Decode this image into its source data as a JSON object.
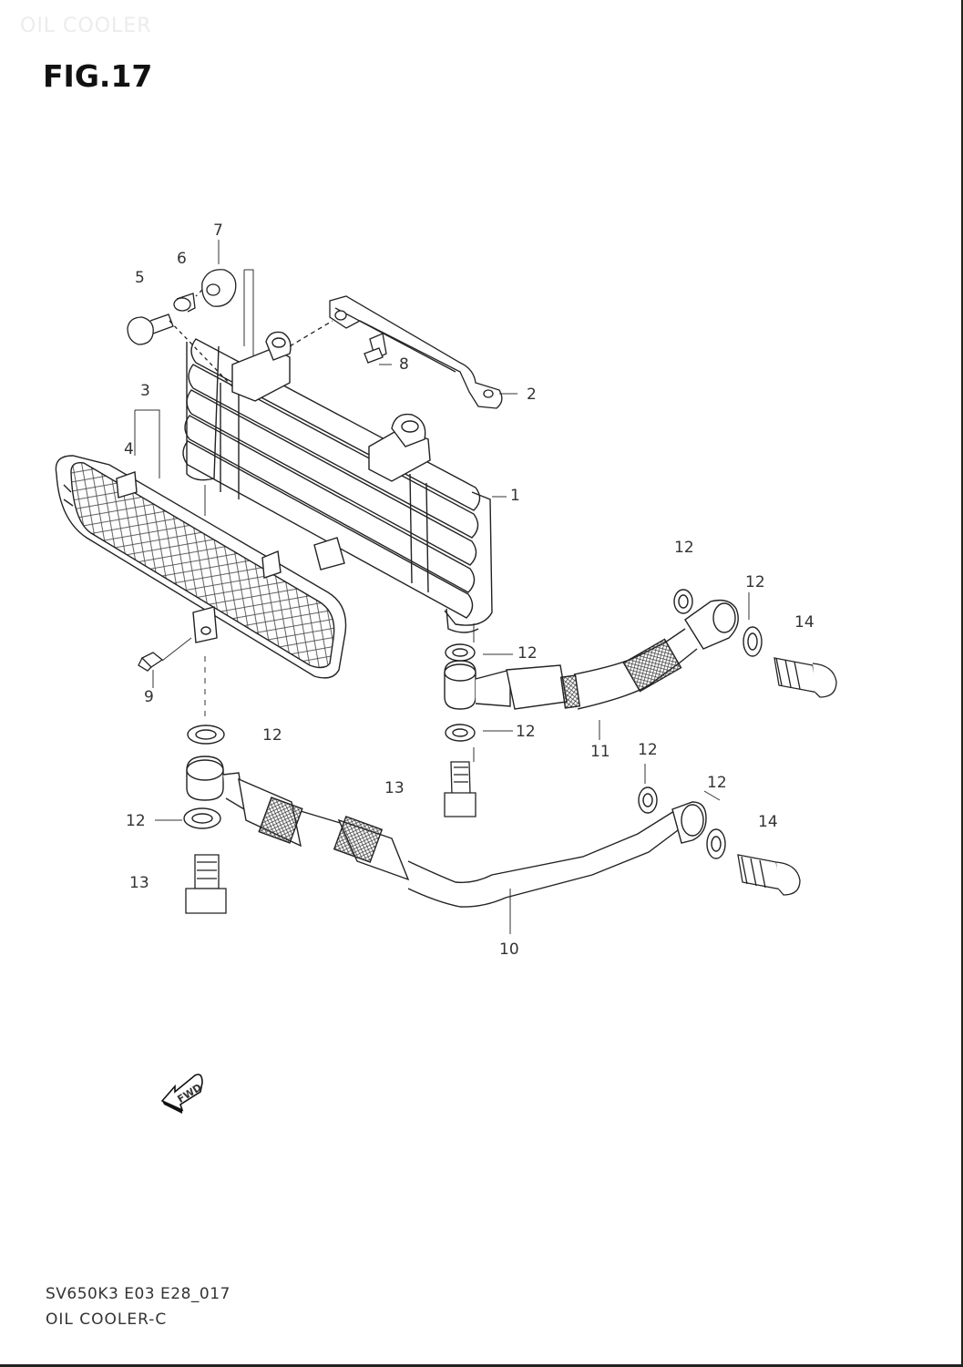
{
  "header": {
    "watermark": "OIL COOLER",
    "figure_title": "FIG.17"
  },
  "callouts": {
    "c1": "1",
    "c2": "2",
    "c3": "3",
    "c4": "4",
    "c5": "5",
    "c6": "6",
    "c7": "7",
    "c8": "8",
    "c9": "9",
    "c10": "10",
    "c11": "11",
    "c12a": "12",
    "c12b": "12",
    "c12c": "12",
    "c12d": "12",
    "c12e": "12",
    "c12f": "12",
    "c12g": "12",
    "c12h": "12",
    "c13a": "13",
    "c13b": "13",
    "c14a": "14",
    "c14b": "14"
  },
  "fwd_label": "FWD",
  "footer": {
    "code": "SV650K3 E03 E28_017",
    "caption": "OIL COOLER-C"
  },
  "icons": {
    "fwd": "fwd-arrow-icon"
  }
}
